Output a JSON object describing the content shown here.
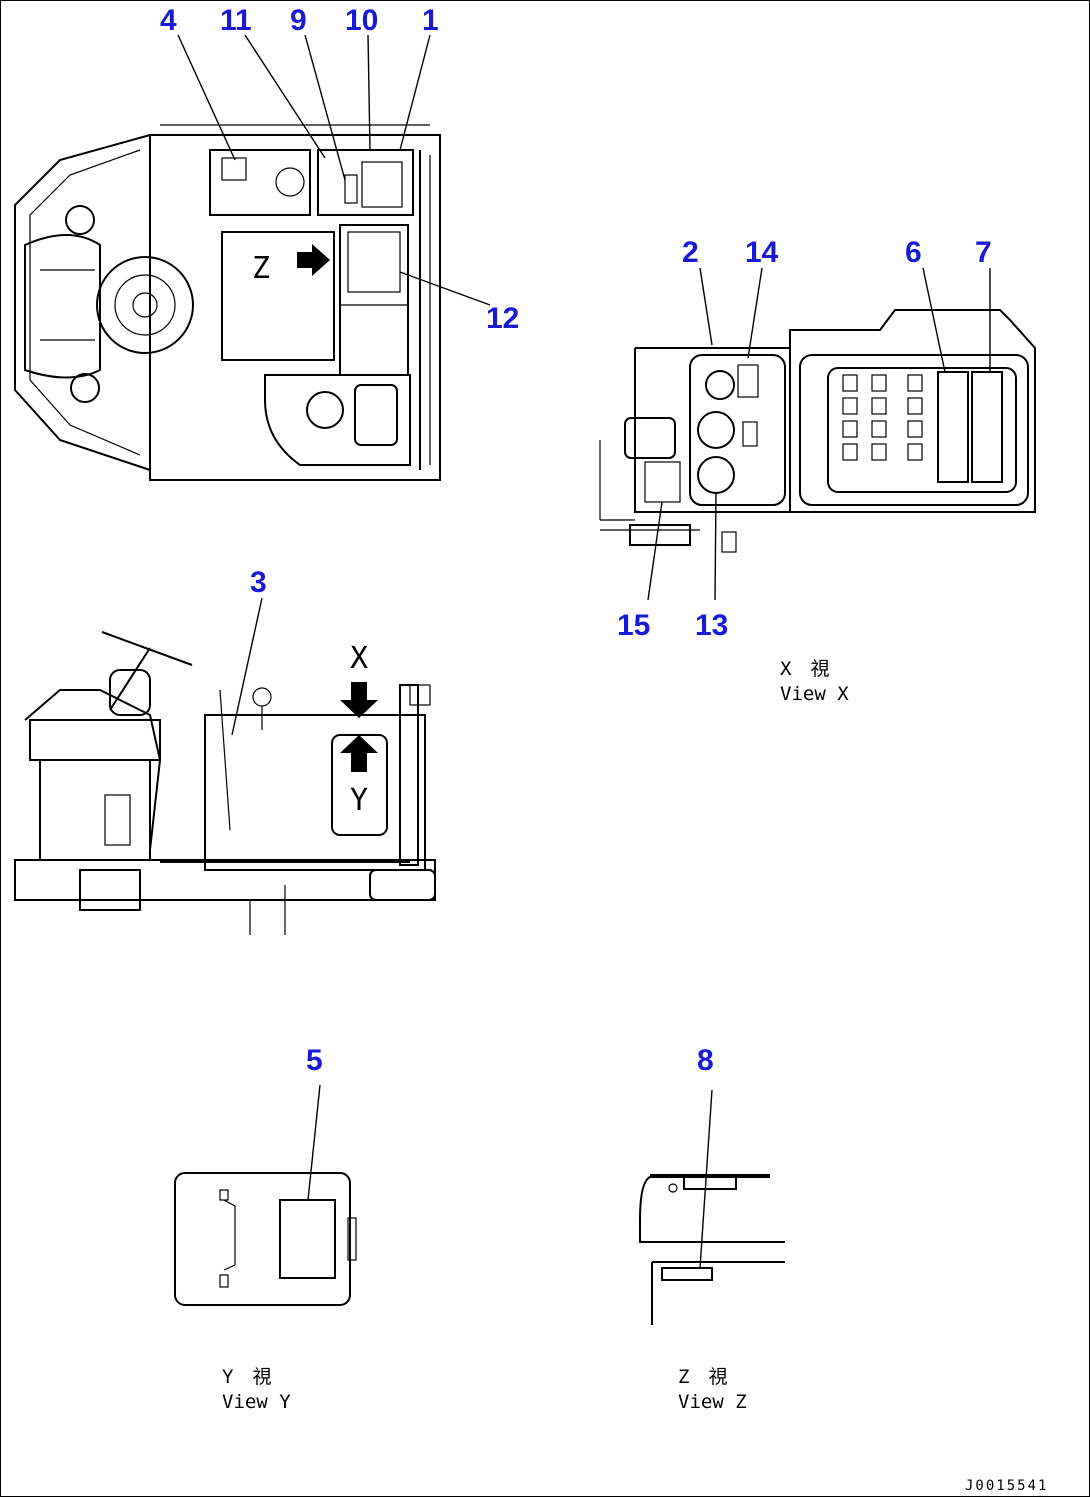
{
  "callouts": {
    "c1": "1",
    "c2": "2",
    "c3": "3",
    "c4": "4",
    "c5": "5",
    "c6": "6",
    "c7": "7",
    "c8": "8",
    "c9": "9",
    "c10": "10",
    "c11": "11",
    "c12": "12",
    "c13": "13",
    "c14": "14",
    "c15": "15"
  },
  "views": {
    "x": {
      "jp": "X　視",
      "en": "View X"
    },
    "y": {
      "jp": "Y　視",
      "en": "View Y"
    },
    "z": {
      "jp": "Z　視",
      "en": "View Z"
    }
  },
  "view_markers": {
    "x": "X",
    "y": "Y",
    "z": "Z"
  },
  "document_number": "J0015541",
  "colors": {
    "callout": "#1a1ad6",
    "line": "#000000"
  }
}
